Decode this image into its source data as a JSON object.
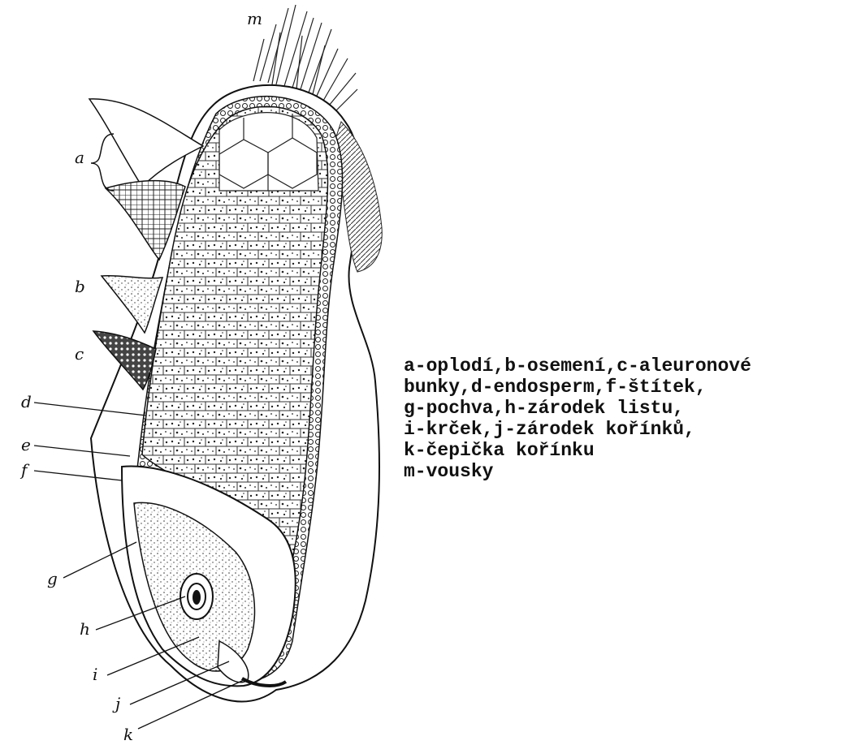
{
  "labels": {
    "a": "a",
    "b": "b",
    "c": "c",
    "d": "d",
    "e": "e",
    "f": "f",
    "g": "g",
    "h": "h",
    "i": "i",
    "j": "j",
    "k": "k",
    "m": "m"
  },
  "legend": {
    "lines": [
      "a-oplodí,b-osemení,c-aleuronové",
      "bunky,d-endosperm,f-štítek,",
      "g-pochva,h-zárodek listu,",
      "i-krček,j-zárodek kořínků,",
      "k-čepička kořínku",
      "m-vousky"
    ]
  }
}
